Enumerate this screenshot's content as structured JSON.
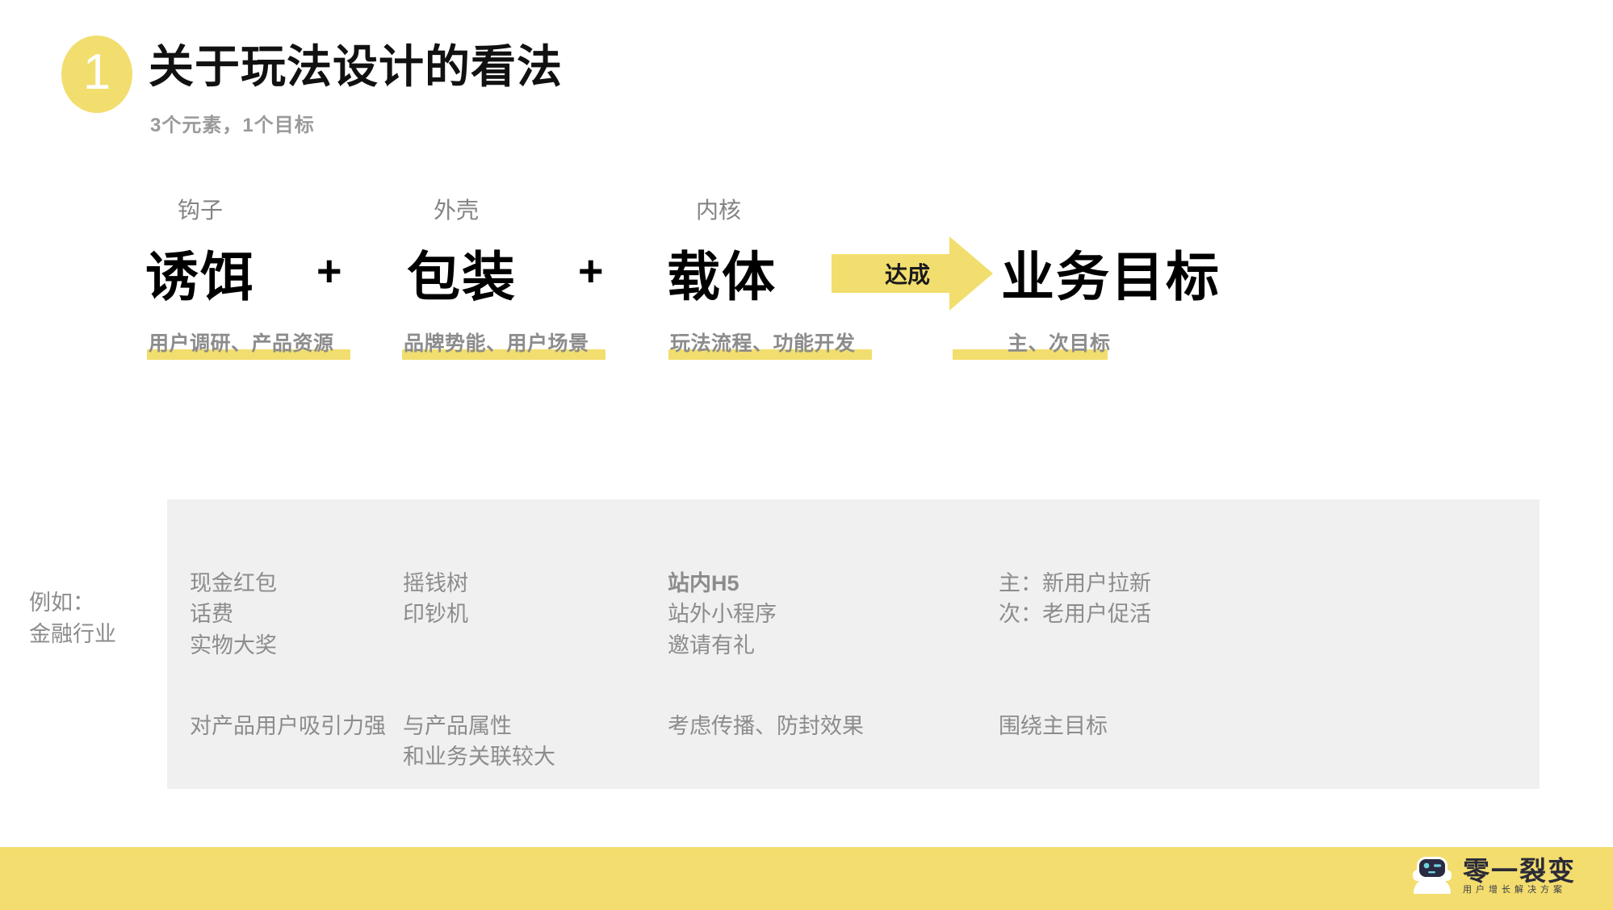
{
  "header": {
    "step_number": "1",
    "title": "关于玩法设计的看法",
    "subtitle": "3个元素，1个目标"
  },
  "formula": {
    "terms": [
      {
        "small_label": "钩子",
        "big_term": "诱饵",
        "highlight_label": "用户调研、产品资源"
      },
      {
        "small_label": "外壳",
        "big_term": "包装",
        "highlight_label": "品牌势能、用户场景"
      },
      {
        "small_label": "内核",
        "big_term": "载体",
        "highlight_label": "玩法流程、功能开发"
      }
    ],
    "operators": [
      "+",
      "+"
    ],
    "arrow_label": "达成",
    "result_term": "业务目标",
    "result_highlight_label": "主、次目标"
  },
  "examples": {
    "side_label_line1": "例如：",
    "side_label_line2": "金融行业",
    "top_row": [
      {
        "lines": [
          "现金红包",
          "话费",
          "实物大奖"
        ]
      },
      {
        "lines": [
          "摇钱树",
          "印钞机"
        ]
      },
      {
        "lines": [
          "站内H5",
          "站外小程序",
          "邀请有礼"
        ]
      },
      {
        "lines": [
          "主：新用户拉新",
          "次：老用户促活"
        ]
      }
    ],
    "bottom_row": [
      {
        "lines": [
          "对产品用户吸引力强"
        ]
      },
      {
        "lines": [
          "与产品属性",
          "和业务关联较大"
        ]
      },
      {
        "lines": [
          "考虑传播、防封效果"
        ]
      },
      {
        "lines": [
          "围绕主目标"
        ]
      }
    ]
  },
  "footer": {
    "brand_name": "零一裂变",
    "brand_tagline": "用户增长解决方案"
  },
  "colors": {
    "accent_yellow": "#f2de6e",
    "footer_yellow": "#f2dd6e",
    "panel_gray": "#f0f0f0",
    "muted_text": "#8c8c8c",
    "robot_navy": "#2a2a42"
  }
}
